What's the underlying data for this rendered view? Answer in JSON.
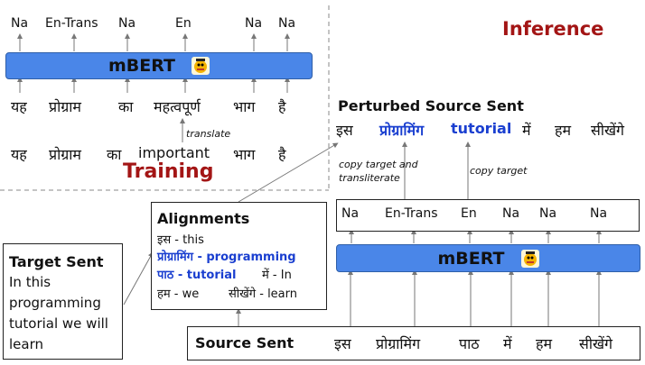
{
  "training": {
    "tags": [
      "Na",
      "En-Trans",
      "Na",
      "En",
      "Na",
      "Na"
    ],
    "model_label": "mBERT",
    "source_tokens": [
      "यह",
      "प्रोग्राम",
      "का",
      "महत्वपूर्ण",
      "भाग",
      "है"
    ],
    "translate_label": "translate",
    "mixed_tokens": [
      "यह",
      "प्रोग्राम",
      "का",
      "important",
      "भाग",
      "है"
    ],
    "title": "Training"
  },
  "inference": {
    "title": "Inference",
    "perturbed_title": "Perturbed Source Sent",
    "perturbed_tokens": [
      {
        "text": "इस",
        "highlight": false
      },
      {
        "text": "प्रोग्रामिंग",
        "highlight": true
      },
      {
        "text": "tutorial",
        "highlight": true
      },
      {
        "text": "में",
        "highlight": false
      },
      {
        "text": "हम",
        "highlight": false
      },
      {
        "text": "सीखेंगे",
        "highlight": false
      }
    ],
    "copy_translit_label_1": "copy target and",
    "copy_translit_label_2": "transliterate",
    "copy_target_label": "copy target",
    "tags": [
      "Na",
      "En-Trans",
      "En",
      "Na",
      "Na",
      "Na"
    ],
    "model_label": "mBERT",
    "source_label": "Source Sent",
    "source_tokens": [
      "इस",
      "प्रोग्रामिंग",
      "पाठ",
      "में",
      "हम",
      "सीखेंगे"
    ]
  },
  "alignments": {
    "title": "Alignments",
    "line1": "इस - this",
    "line2": "प्रोग्रामिंग - programming",
    "line3_a": "पाठ - tutorial",
    "line3_b": "में - In",
    "line4_a": "हम - we",
    "line4_b": "सीखेंगे - learn"
  },
  "target": {
    "title": "Target Sent",
    "lines": [
      "In this",
      "programming",
      "tutorial we will",
      "learn"
    ]
  },
  "colors": {
    "bar": "#4a86e8",
    "accent_red": "#a31515",
    "accent_blue": "#1a3fd0"
  }
}
